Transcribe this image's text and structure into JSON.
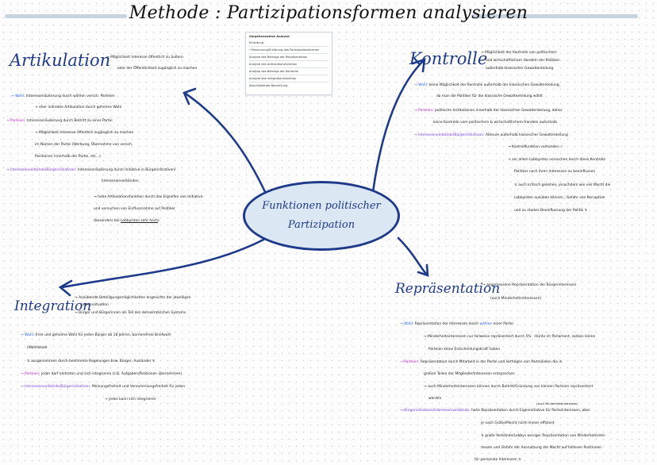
{
  "title": "Methode : Partizipationsformen analysieren",
  "toc": {
    "heading": "Vorgehensweise Analyse:",
    "items": [
      "Einleitung",
      "• Benennung/Erklärung des Partizipationsformen",
      "Analyse des Beitrags der Repräsentation",
      "Analyse des Artikulationsfunktion",
      "Analyse des Beitrags der Kontrolle",
      "Analyse des Integrationsfunktion",
      "Abschließende Beurteilung"
    ]
  },
  "center": {
    "line1": "Funktionen politischer",
    "line2": "Partizipation"
  },
  "artikulation": {
    "heading": "Artikulation",
    "def1": "→ Möglichkeit Interesse öffentlich zu äußern",
    "def2": "oder der Öffentlichkeit zugänglich zu machen",
    "wahl_label": "→ Wahl:",
    "wahl_text": "Interessenäußerung durch wählen versch. Parteien",
    "wahl_sub": "→ eher indirekte Artikulation durch geheime Wahl",
    "parteien_label": "→ Parteien:",
    "parteien_text": "Interessenäußerung durch Beitritt zu einer Partei",
    "parteien_sub1": "→ Möglichkeit Interesse öffentlich zugänglich zu machen",
    "parteien_sub2": "im Namen der Partei (Werbung, Übernahme von versch.",
    "parteien_sub3": "Positionen innerhalb der Partei, etc...)",
    "iv_label": "→ Interessenverbände/Bürgerinitiativen:",
    "iv_text": "Interessenäußerung durch Initiative in Bürgerinitiativen/",
    "iv_text2": "Interessenverbänden",
    "iv_sub1": "→ hohe Artikulationsfunktion durch das Ergreifen von Initiative",
    "iv_sub2": "und versuchen von Einflussnahme auf Politiker",
    "iv_sub3_a": "(besonders bei ",
    "iv_sub3_b": "Lobbyisten sehr hoch",
    "iv_sub3_c": ")"
  },
  "kontrolle": {
    "heading": "Kontrolle",
    "def1": "→ Möglichkeit der Kontrolle von politischem",
    "def2": "und wirtschaftlichem Handeln der Politiker",
    "def3": "außerhalb klassischer Gewaltenteilung",
    "wahl_label": "→ Wahl:",
    "wahl_text": "keine Möglichkeit der Kontrolle außerhalb der klassischen Gewaltenteilung,",
    "wahl_text2": "da man die Politiker für die klassische Gewaltenteilung wählt",
    "parteien_label": "→ Parteien:",
    "parteien_text": "politische Institutionen innerhalb der klassischen Gewaltenteilung, daher",
    "parteien_text2": "keine Kontrolle vom politischem & wirtschaftlichem Handeln außerhalb",
    "iv_label": "→ Interessenverbände/Bürgerinitiativen:",
    "iv_text": "Akteure außerhalb klassischer Gewaltenteilung",
    "iv_sub1": "→ Kontrollfunktion vorhanden ✓",
    "iv_sub2": "→ vor allem Lobbyisten versuchen durch diese Kontrolle",
    "iv_sub3": "Politiker nach ihren Interessen zu beeinflussen",
    "iv_sub4": "↯ auch kritisch gesehen, jenachdem wie viel Macht die",
    "iv_sub5": "Lobbyisten ausüben können ; Gefahr von Korruption",
    "iv_sub6": "und zu starker Beeinflussung der Politik ↯"
  },
  "integration": {
    "heading": "Integration",
    "def1": "→ Ausübende Beteiligungsmöglichkeiten angesichts der jeweiligen",
    "def1b": "Lebenssituation",
    "def2": "→ Bürger und Bürgerinnen als Teil des demokratischen Systems",
    "wahl_label": "→ Wahl:",
    "wahl_text": "freie und geheime Wahl für jeden Bürger ab 18 Jahren, barrierefreie Briefwahl",
    "wahl_text2": "(Wahllokale",
    "wahl_sub": "↯ ausgenommen durch bestimmte Regelungen bsw. Bürger, Ausländer ↯",
    "parteien_label": "→ Parteien:",
    "parteien_text": "jeder darf eintreten und sich integrieren (z.B. Aufgaben/Positionen übernehmen)",
    "iv_label": "→ Interessenverbände/Bürgerinitiativen:",
    "iv_text": "Meinungsfreiheit und Versammlungsfreiheit für jeden",
    "iv_sub": "→ jedes kann sich integrieren"
  },
  "repraesentation": {
    "heading": "Repräsentation",
    "def1": "→ angemessene Repräsentation der Bürgerinteressen",
    "def2": "(auch Minderheitsinteressen)",
    "wahl_label": "→ Wahl:",
    "wahl_text_a": "Repräsentation der Interessen durch ",
    "wahl_text_b": "wählen",
    "wahl_text_c": " einer Partei",
    "wahl_sub1": "→ Minderheitsinteressen nur teilweise repräsentiert durch 5% - Hürde im Parlament, sodass kleine",
    "wahl_sub2": "Parteien keine Entscheidungskraft haben",
    "parteien_label": "→ Parteien:",
    "parteien_text": "Repräsentation durch Mitarbeit in der Partei und Verfolgen von Parteizielen die in",
    "parteien_text2": "großen Teilen der Mitglieder/Interessen entsprechen",
    "parteien_sub1": "→ auch Minderheitsinteressen können durch Beitritt/Gründung von kleinen Parteien repräsentiert",
    "parteien_sub2": "werden",
    "parteien_sub3": "(auch Minderheitsinteressen)",
    "iv_label": "→ Bürgerinitiativen/Interessenverbände:",
    "iv_text": "hohe Repräsentation durch Eigeninitiative für Parteiinteressen, aber",
    "iv_text2": "je nach Größe/Macht nicht immer effizient",
    "iv_sub1": "↯ große Verbände/Lobbys weniger Repräsentation von Minderheitsinte-",
    "iv_sub2": "ressen und Gefahr der Ausnutzung der Macht auf höheren Positionen",
    "iv_sub3": "für personale Interessen ↯"
  }
}
